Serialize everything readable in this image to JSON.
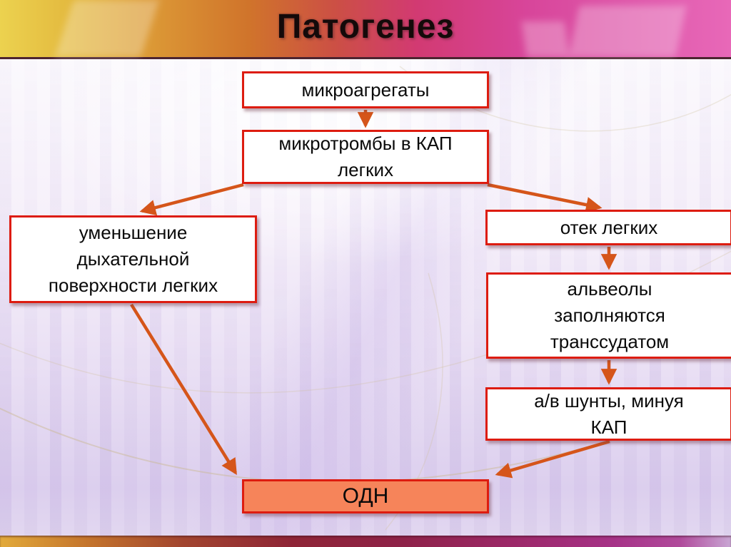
{
  "slide": {
    "title": "Патогенез"
  },
  "colors": {
    "title_color": "#140a0a",
    "box_border": "#dd1c10",
    "box_fill": "#ffffff",
    "box_text": "#0a0a0a",
    "final_box_fill": "#f6845a",
    "arrow": "#d5551a",
    "header_left": "#ecd24f",
    "header_middle": "#cc4f45",
    "header_right": "#e868b8",
    "footer_left": "#e2aa3b",
    "footer_middle": "#8e2436",
    "footer_right": "#c9a6d4"
  },
  "diagram": {
    "nodes": {
      "microaggregates": {
        "label": "микроагрегаты"
      },
      "microthrombi": {
        "label": "микротромбы в КАП\nлегких"
      },
      "reduced_surface": {
        "label": "уменьшение\nдыхательной\nповерхности легких"
      },
      "pulmonary_edema": {
        "label": "отек легких"
      },
      "alveoli_transudate": {
        "label": "альвеолы\nзаполняются\nтранссудатом"
      },
      "av_shunts": {
        "label": "а/в шунты, минуя\nКАП"
      },
      "odn": {
        "label": "ОДН"
      }
    },
    "edges": [
      {
        "from": "microaggregates",
        "to": "microthrombi"
      },
      {
        "from": "microthrombi",
        "to": "reduced_surface"
      },
      {
        "from": "microthrombi",
        "to": "pulmonary_edema"
      },
      {
        "from": "pulmonary_edema",
        "to": "alveoli_transudate"
      },
      {
        "from": "alveoli_transudate",
        "to": "av_shunts"
      },
      {
        "from": "av_shunts",
        "to": "odn"
      },
      {
        "from": "reduced_surface",
        "to": "odn"
      }
    ]
  }
}
